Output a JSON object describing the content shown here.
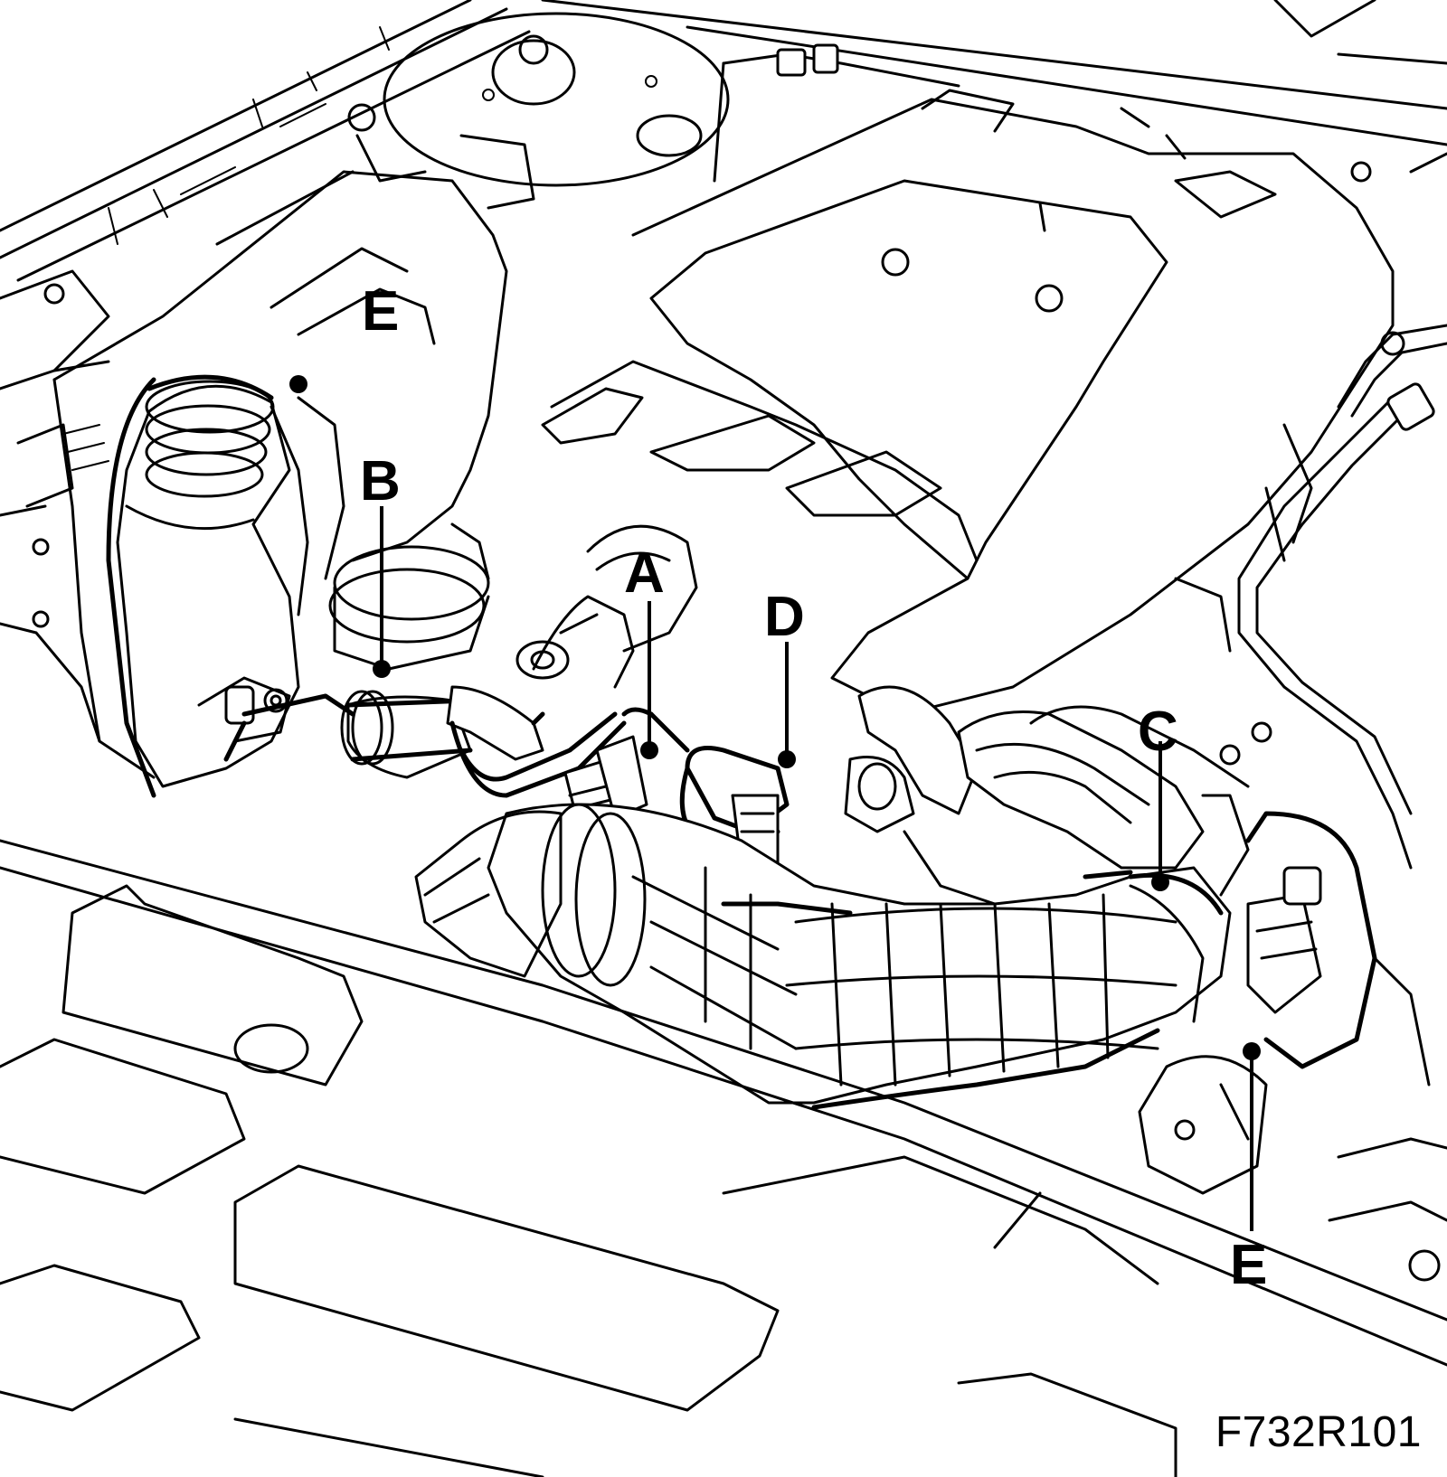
{
  "figure": {
    "id_label": "F732R101"
  },
  "callouts": {
    "a": "A",
    "b": "B",
    "c": "C",
    "d": "D",
    "e_upper": "E",
    "e_lower": "E"
  },
  "colors": {
    "ink": "#000000",
    "paper": "#ffffff"
  }
}
